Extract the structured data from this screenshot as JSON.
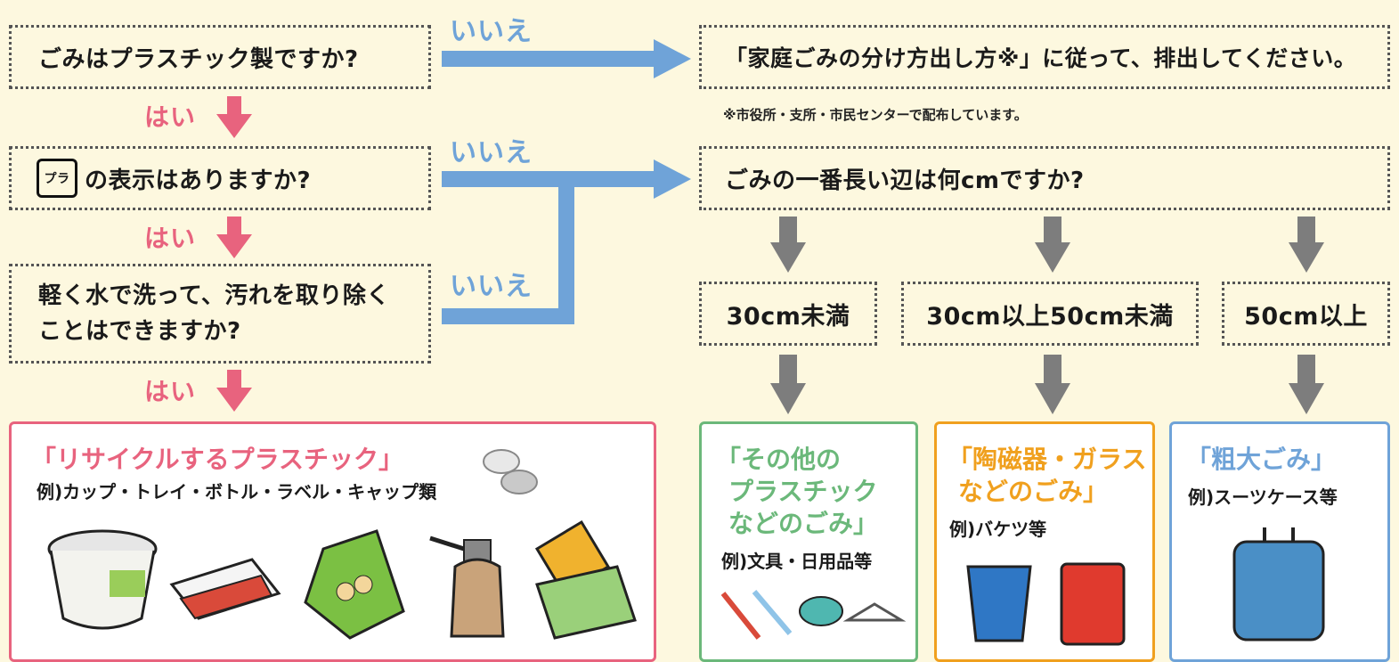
{
  "questions": {
    "q1": "ごみはプラスチック製ですか?",
    "q2": "の表示はありますか?",
    "q3_line1": "軽く水で洗って、汚れを取り除く",
    "q3_line2": "ことはできますか?",
    "q_length": "ごみの一番長い辺は何cmですか?"
  },
  "answers": {
    "yes": "はい",
    "no": "いいえ"
  },
  "instruction": "「家庭ごみの分け方出し方※」に従って、排出してください。",
  "note": "※市役所・支所・市民センターで配布しています。",
  "pla_mark_text": "プラ",
  "sizes": [
    "30cm未満",
    "30cm以上50cm未満",
    "50cm以上"
  ],
  "categories": {
    "recycle": {
      "title": "「リサイクルするプラスチック」",
      "example": "例)カップ・トレイ・ボトル・ラベル・キャップ類",
      "color": "#e8637e"
    },
    "other": {
      "title_l1": "「その他の",
      "title_l2": "プラスチック",
      "title_l3": "などのごみ」",
      "example": "例)文具・日用品等",
      "color": "#6bb87a"
    },
    "ceramic": {
      "title_l1": "「陶磁器・ガラス",
      "title_l2": "などのごみ」",
      "example": "例)バケツ等",
      "color": "#f0a01e"
    },
    "bulky": {
      "title": "「粗大ごみ」",
      "example": "例)スーツケース等",
      "color": "#6fa3d8"
    }
  }
}
